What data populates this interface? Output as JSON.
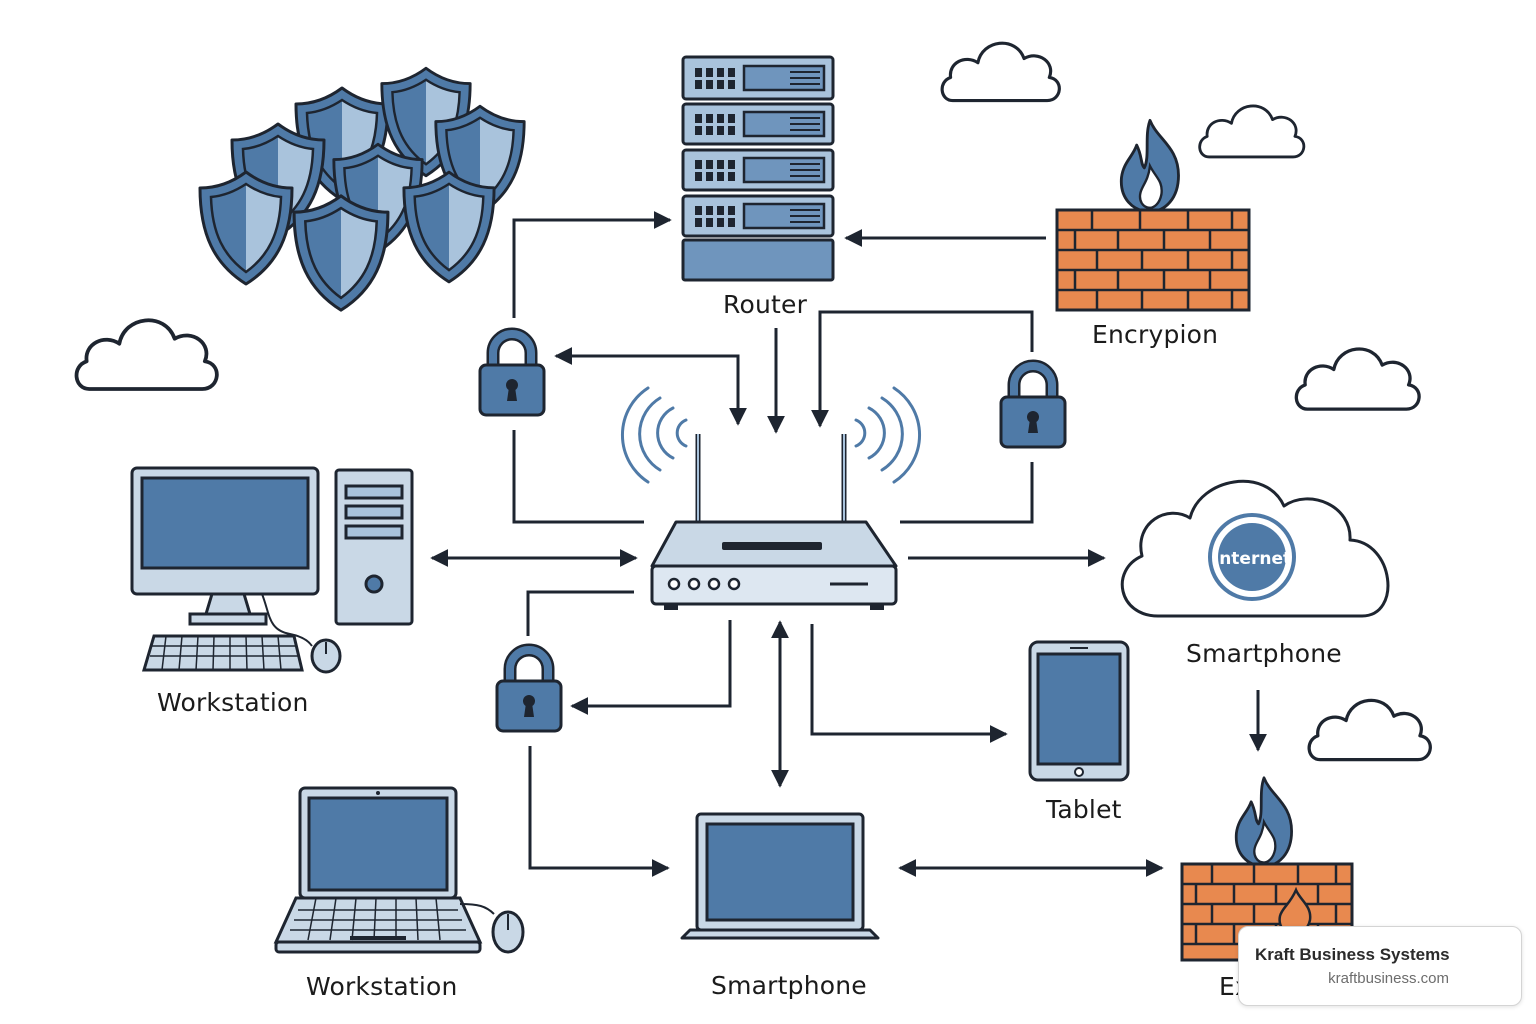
{
  "labels": {
    "router": "Router",
    "encryption": "Encrypion",
    "workstation_desktop": "Workstation",
    "workstation_laptop": "Workstation",
    "smartphone_cloud": "Smartphone",
    "smartphone_laptop": "Smartphone",
    "tablet": "Tablet",
    "partial_firewall": "Ex",
    "internet_badge": "Internet"
  },
  "brand": {
    "name": "Kraft Business Systems",
    "url": "kraftbusiness.com"
  },
  "colors": {
    "stroke": "#1e2530",
    "blue": "#4f7aa7",
    "light_blue": "#a9c3dc",
    "pale_blue": "#c9d8e6",
    "brick": "#e8894f",
    "flame": "#4f7aa7"
  }
}
